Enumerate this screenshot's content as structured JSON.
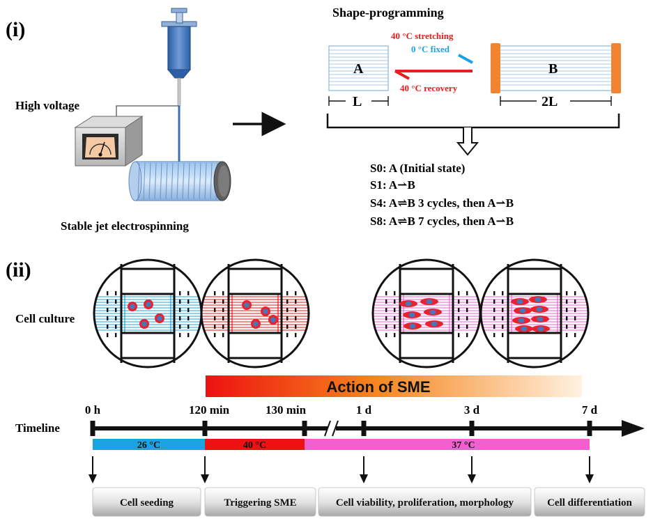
{
  "panel_i": {
    "label": "(i)",
    "high_voltage": "High voltage",
    "caption": "Stable jet electrospinning",
    "shape_programming": {
      "title": "Shape-programming",
      "stretching": "40 °C stretching",
      "fixed": "0 °C fixed",
      "recovery": "40 °C recovery",
      "state_a": "A",
      "state_b": "B",
      "length_a": "L",
      "length_b": "2L"
    },
    "samples": [
      "S0: A (Initial state)",
      "S1: A⇀B",
      "S4: A⇌B 3 cycles, then A⇀B",
      "S8: A⇌B 7 cycles, then A⇀B"
    ]
  },
  "panel_ii": {
    "label": "(ii)",
    "cell_culture": "Cell culture",
    "sme_banner": "Action of SME",
    "timeline_label": "Timeline",
    "ticks": [
      "0 h",
      "120 min",
      "130 min",
      "1 d",
      "3 d",
      "7 d"
    ],
    "phases": [
      "26 °C",
      "40 °C",
      "37 °C"
    ],
    "stages": [
      "Cell seeding",
      "Triggering SME",
      "Cell viability, proliferation, morphology",
      "Cell differentiation"
    ]
  },
  "colors": {
    "cold": "#1aa3e0",
    "hot": "#ee1111",
    "culture": "#f25fcf",
    "clamp": "#f08430",
    "cell_red": "#e8232f",
    "cell_blue": "#4478b8"
  }
}
